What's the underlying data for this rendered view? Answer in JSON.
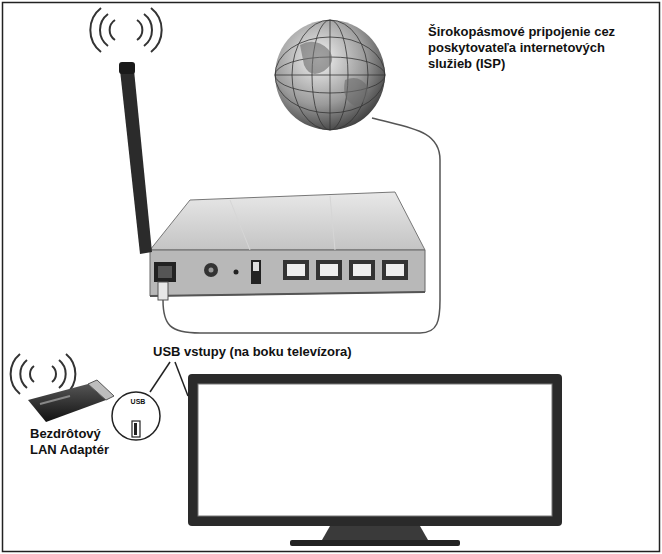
{
  "diagram": {
    "labels": [
      "Širokopásmové pripojenie cez poskytovateľa internetových služieb (ISP)",
      "USB vstupy (na boku televízora)",
      "USB",
      "Bezdrôtový LAN Adaptér"
    ]
  }
}
